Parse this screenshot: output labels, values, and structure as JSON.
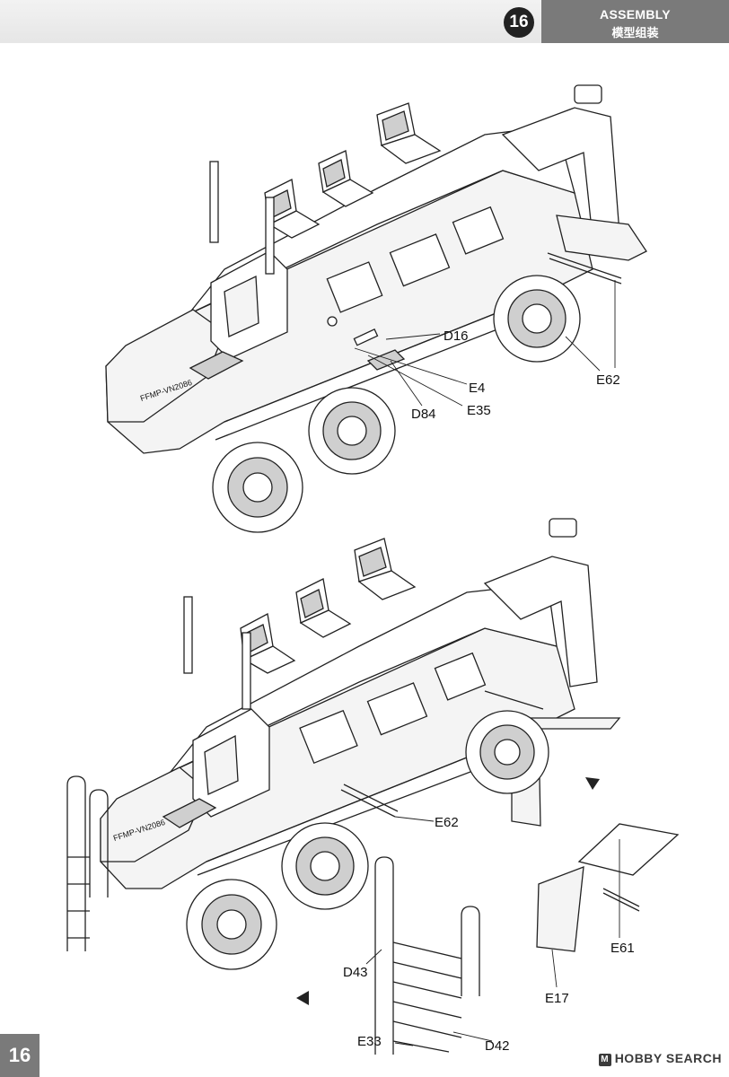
{
  "header": {
    "step_number": "16",
    "title_en": "ASSEMBLY",
    "title_cn": "模型组装"
  },
  "footer": {
    "page_number": "16",
    "watermark": "HOBBY SEARCH"
  },
  "diagram_top": {
    "callouts": [
      "D16",
      "E4",
      "E35",
      "D84",
      "E62"
    ],
    "plate": "FFMP-VN2086"
  },
  "diagram_bottom": {
    "callouts": [
      "E62",
      "E61",
      "E17",
      "D43",
      "D42",
      "E33"
    ],
    "plate": "FFMP-VN2086"
  }
}
